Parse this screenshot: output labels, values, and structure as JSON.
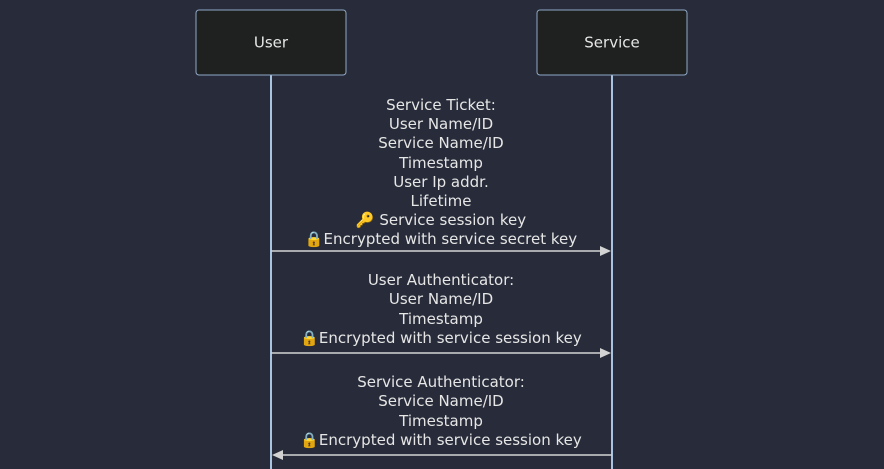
{
  "actors": {
    "user": "User",
    "service": "Service"
  },
  "messages": [
    {
      "direction": "user-to-service",
      "lines": [
        "Service Ticket:",
        "User Name/ID",
        "Service Name/ID",
        "Timestamp",
        "User Ip addr.",
        "Lifetime",
        "🔑 Service session key",
        "🔒Encrypted with service secret key"
      ]
    },
    {
      "direction": "user-to-service",
      "lines": [
        "User Authenticator:",
        "User Name/ID",
        "Timestamp",
        "🔒Encrypted with service session key"
      ]
    },
    {
      "direction": "service-to-user",
      "lines": [
        "Service Authenticator:",
        "Service Name/ID",
        "Timestamp",
        "🔒Encrypted with service session key"
      ]
    }
  ]
}
